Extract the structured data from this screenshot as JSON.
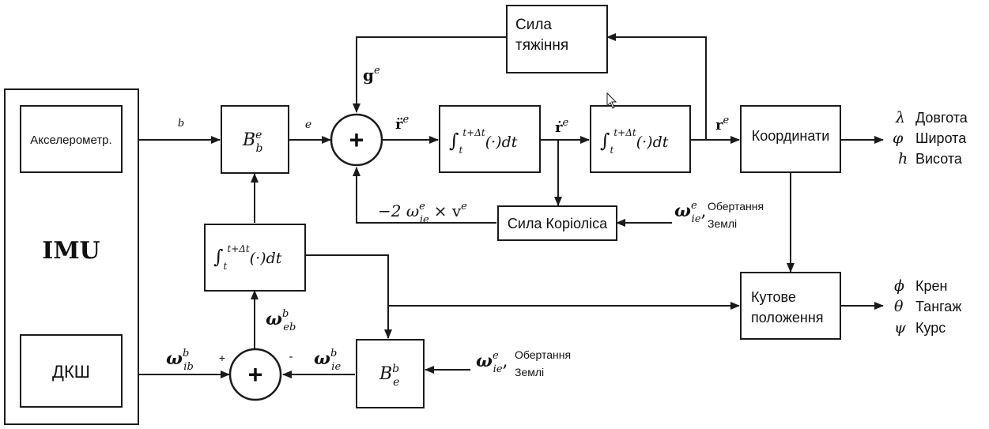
{
  "imu": {
    "title": "IMU",
    "accelerometer": "Акселерометр.",
    "gyro": "ДКШ"
  },
  "blocks": {
    "gravity": [
      "Сила",
      "тяжіння"
    ],
    "coordinates": "Координати",
    "coriolis": "Сила Коріоліса",
    "attitude": [
      "Кутове",
      "положення"
    ],
    "integrator_expr": "∫ₜ^{t+Δt}(·)dt",
    "integrator_main": "∫",
    "integrator_sub": "t",
    "integrator_sup": "t+Δt",
    "integrator_body": "(·)dt",
    "dcm_be": {
      "main": "B",
      "sup": "e",
      "sub": "b"
    },
    "dcm_eb": {
      "main": "B",
      "sup": "b",
      "sub": "e"
    }
  },
  "sum": {
    "symbol": "+",
    "plus": "+",
    "minus": "-"
  },
  "signals": {
    "b_label": "b",
    "e_label": "e",
    "g_main": "g",
    "g_sup": "e",
    "r_ddot": "r̈",
    "r_ddot_sup": "e",
    "r_dot": "ṙ",
    "r_dot_sup": "e",
    "r": "r",
    "r_sup": "e",
    "coriolis_expr": "−2 ω",
    "coriolis_sup": "e",
    "coriolis_sub": "ie",
    "coriolis_tail": "× v",
    "coriolis_tail_sup": "e",
    "omega": "ω",
    "omega_ie_sup": "e",
    "omega_ie_sub": "ie",
    "omega_ib_sup": "b",
    "omega_ib_sub": "ib",
    "omega_eb_sup": "b",
    "omega_eb_sub": "eb",
    "omega_ie_b_sup": "b",
    "omega_ie_b_sub": "ie",
    "earth_rotation": [
      "Обертання",
      "Землі"
    ]
  },
  "outputs": {
    "position": [
      {
        "symbol": "λ",
        "label": "Довгота"
      },
      {
        "symbol": "φ",
        "label": "Широта"
      },
      {
        "symbol": "h",
        "label": "Висота"
      }
    ],
    "attitude": [
      {
        "symbol": "ϕ",
        "label": "Крен"
      },
      {
        "symbol": "θ",
        "label": "Тангаж"
      },
      {
        "symbol": "ψ",
        "label": "Курс"
      }
    ]
  }
}
